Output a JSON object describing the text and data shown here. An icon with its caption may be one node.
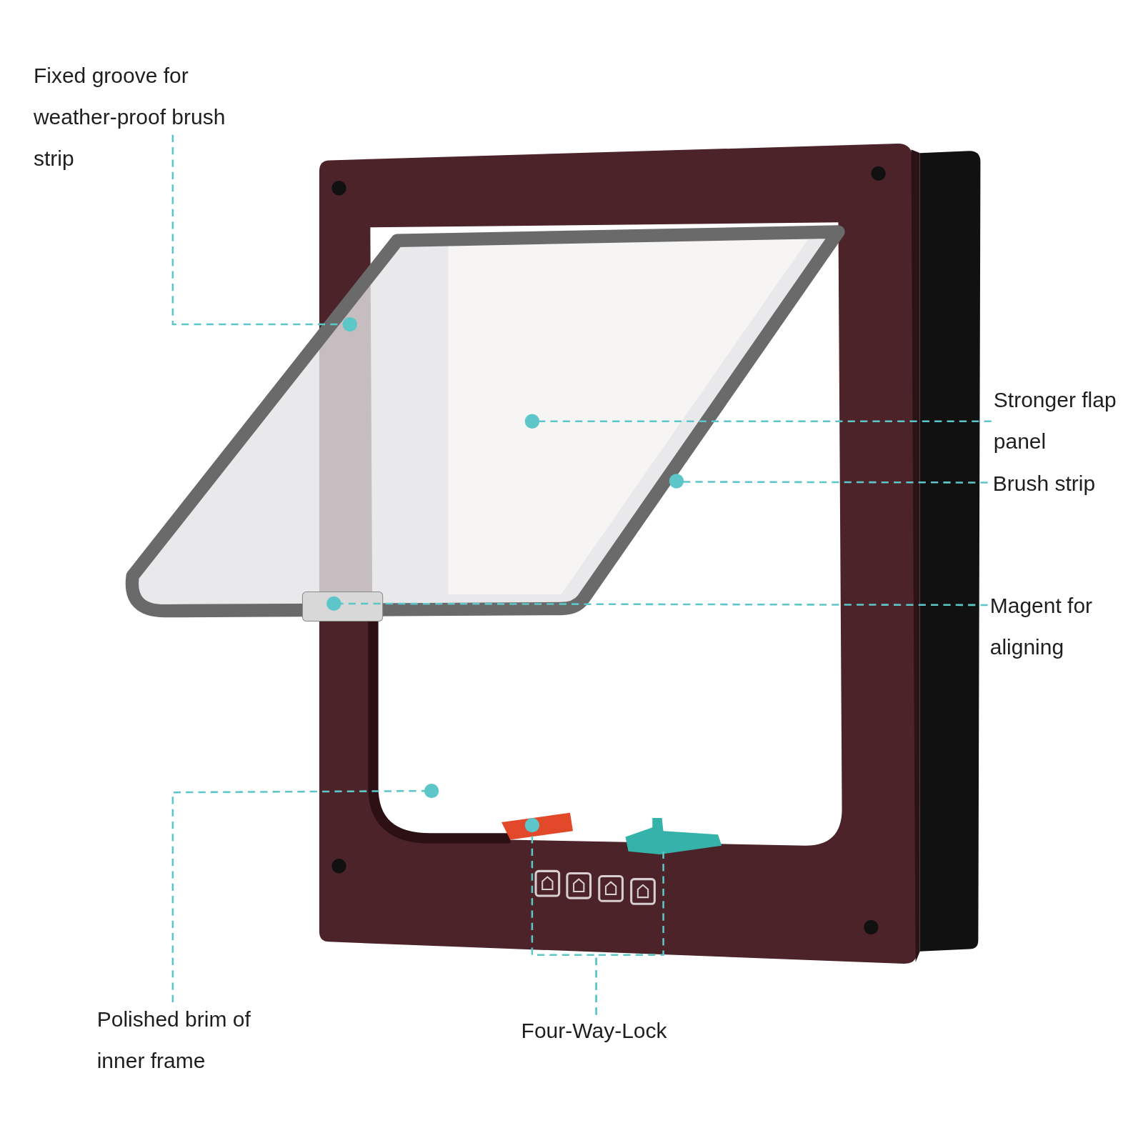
{
  "diagram": {
    "nodes": [
      {
        "text": [
          "Fixed groove for weather-proof brush strip"
        ]
      },
      {
        "text": [],
        "shape": "circle"
      },
      {
        "text": [
          "Stronger flap panel"
        ]
      },
      {
        "text": [],
        "shape": "circle"
      },
      {
        "text": [
          "Brush strip"
        ]
      },
      {
        "text": [],
        "shape": "circle"
      },
      {
        "text": [
          "Magent for aligning"
        ]
      },
      {
        "text": [],
        "shape": "circle"
      },
      {
        "text": [
          "Polished brim of inner frame"
        ]
      },
      {
        "text": [],
        "shape": "circle"
      },
      {
        "text": [
          "Four-Way-Lock"
        ]
      },
      {
        "text": [],
        "shape": "circle"
      }
    ],
    "edges": [
      {
        "from": 0,
        "to": 1,
        "arrow": "none"
      },
      {
        "from": 2,
        "to": 3,
        "arrow": "none"
      },
      {
        "from": 4,
        "to": 5,
        "arrow": "none"
      },
      {
        "from": 6,
        "to": 7,
        "arrow": "none"
      },
      {
        "from": 8,
        "to": 9,
        "arrow": "none"
      },
      {
        "from": 10,
        "to": 11,
        "arrow": "none"
      },
      {
        "from": 10,
        "to": null,
        "arrow": "none"
      }
    ]
  }
}
